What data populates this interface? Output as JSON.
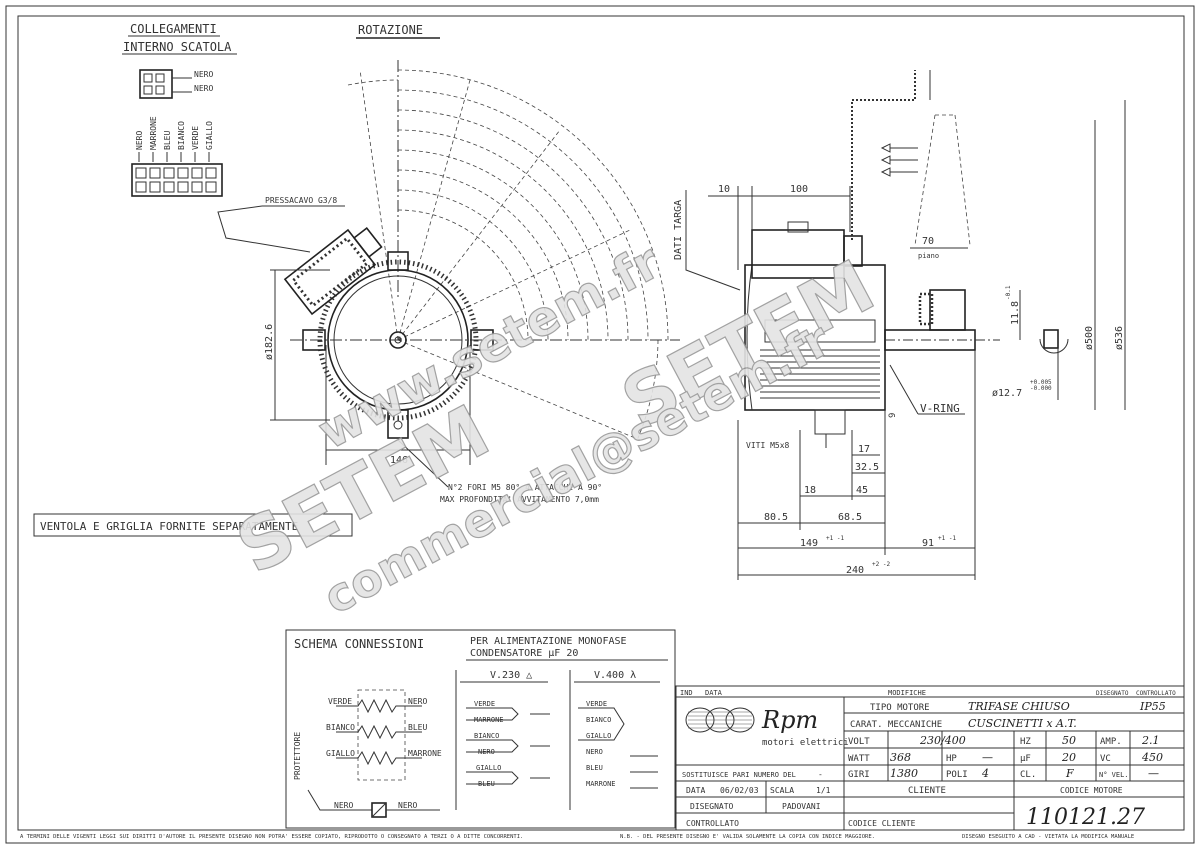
{
  "headers": {
    "collegamenti_line1": "COLLEGAMENTI",
    "collegamenti_line2": "INTERNO SCATOLA",
    "rotazione": "ROTAZIONE",
    "dati_targa": "DATI TARGA",
    "pressacavo": "PRESSACAVO G3/8",
    "ventola_note": "VENTOLA E GRIGLIA FORNITE SEPARATAMENTE",
    "fori_note_line1": "N°2 FORI M5 80° 4 ATTACCHI A 90°",
    "fori_note_line2": "MAX PROFONDITA' AVVITAMENTO 7,0mm",
    "piano": "piano",
    "vring": "V-RING",
    "viti": "VITI M5x8"
  },
  "internal_box": {
    "top_wires": [
      "NERO",
      "NERO"
    ],
    "terminal_wires": [
      "NERO",
      "MARRONE",
      "BLEU",
      "BIANCO",
      "VERDE",
      "GIALLO"
    ]
  },
  "dimensions": {
    "d10": "10",
    "d100": "100",
    "d70": "70",
    "d182": "ø182.6",
    "d146": "146",
    "d11_8": "11.8",
    "tol_11_8": "-0.1",
    "tol_11_8b": "-0.1",
    "d500": "ø500",
    "d536": "ø536",
    "d12_7": "ø12.7",
    "tol_12_7a": "+0.005",
    "tol_12_7b": "-0.000",
    "d17": "17",
    "d32_5": "32.5",
    "d18": "18",
    "d45": "45",
    "d80_5": "80.5",
    "d68_5": "68.5",
    "d149": "149",
    "tol_149": "+1 -1",
    "d91": "91",
    "tol_91": "+1 -1",
    "d240": "240",
    "tol_240": "+2 -2",
    "d9": "9"
  },
  "watermark": {
    "line1": "www.setem.fr",
    "line2": "SETEM",
    "line3": "SETEM",
    "line4": "commercial@setem.fr"
  },
  "schema": {
    "title": "SCHEMA CONNESSIONI",
    "alimentazione_line1": "PER ALIMENTAZIONE MONOFASE",
    "alimentazione_line2": "CONDENSATORE μF 20",
    "protettore": "PROTETTORE",
    "v230": "V.230 △",
    "v400": "V.400 λ",
    "left_labels": [
      "VERDE",
      "BIANCO",
      "GIALLO"
    ],
    "right_labels": [
      "NERO",
      "BLEU",
      "MARRONE"
    ],
    "bottom_left": "NERO",
    "bottom_right": "NERO",
    "v230_wires": [
      "VERDE",
      "MARRONE",
      "BIANCO",
      "NERO",
      "GIALLO",
      "BLEU"
    ],
    "v400_wires": [
      "VERDE",
      "BIANCO",
      "GIALLO",
      "NERO",
      "BLEU",
      "MARRONE"
    ]
  },
  "title_block": {
    "col_ind": "IND",
    "col_data": "DATA",
    "col_modifiche": "MODIFICHE",
    "col_disegnato": "DISEGNATO",
    "col_controllato": "CONTROLLATO",
    "brand": "Rpm",
    "brand_sub": "motori elettrici",
    "tipo_motore_label": "TIPO MOTORE",
    "tipo_motore_value": "TRIFASE CHIUSO",
    "ip_value": "IP55",
    "carat_label": "CARAT. MECCANICHE",
    "carat_value": "CUSCINETTI x A.T.",
    "volt_label": "VOLT",
    "volt_value": "230/400",
    "hz_label": "HZ",
    "hz_value": "50",
    "amp_label": "AMP.",
    "amp_value": "2.1",
    "watt_label": "WATT",
    "watt_value": "368",
    "hp_label": "HP",
    "hp_value": "—",
    "uf_label": "μF",
    "uf_value": "20",
    "vc_label": "VC",
    "vc_value": "450",
    "giri_label": "GIRI",
    "giri_value": "1380",
    "poli_label": "POLI",
    "poli_value": "4",
    "cl_label": "CL.",
    "cl_value": "F",
    "nvel_label": "N° VEL.",
    "nvel_value": "—",
    "sostituisce_label": "SOSTITUISCE PARI NUMERO DEL",
    "sostituisce_value": "-",
    "cliente_label": "CLIENTE",
    "codice_motore_label": "CODICE MOTORE",
    "codice_motore_value": "110121.27",
    "data_label": "DATA",
    "data_value": "06/02/03",
    "scala_label": "SCALA",
    "scala_value": "1/1",
    "disegnato_label": "DISEGNATO",
    "disegnato_value": "PADOVANI",
    "controllato_label": "CONTROLLATO",
    "codice_cliente_label": "CODICE CLIENTE"
  },
  "footer": {
    "left": "A TERMINI DELLE VIGENTI LEGGI SUI DIRITTI D'AUTORE IL PRESENTE DISEGNO NON POTRA' ESSERE COPIATO, RIPRODOTTO O CONSEGNATO A TERZI O A DITTE CONCORRENTI.",
    "middle": "N.B. - DEL PRESENTE DISEGNO E' VALIDA SOLAMENTE LA COPIA CON INDICE MAGGIORE.",
    "right": "DISEGNO ESEGUITO A CAD - VIETATA LA MODIFICA MANUALE"
  }
}
